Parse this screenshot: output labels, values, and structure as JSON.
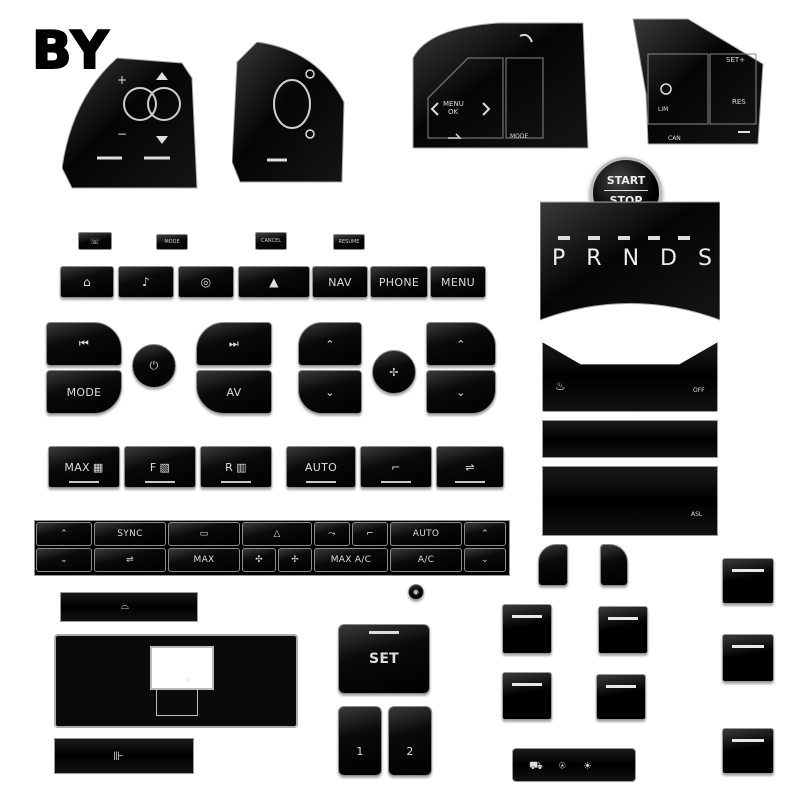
{
  "logo": {
    "text": "BY"
  },
  "steering_left_symbols": {
    "plus": "+",
    "minus": "−"
  },
  "steering_mid": {
    "menu": "MENU",
    "ok": "OK",
    "mode": "MODE"
  },
  "steering_right": {
    "set_plus": "SET+",
    "lim": "LIM",
    "res": "RES",
    "can": "CAN"
  },
  "start_stop": {
    "start": "START",
    "stop": "STOP"
  },
  "gear_letters": [
    "P",
    "R",
    "N",
    "D",
    "S"
  ],
  "small_tabs": [
    "MODE",
    "CANCEL",
    "RESUME"
  ],
  "top_row": [
    "NAV",
    "PHONE",
    "MENU"
  ],
  "media": {
    "mode": "MODE",
    "av": "AV"
  },
  "climate_row": {
    "max": "MAX",
    "f": "F",
    "r": "R",
    "auto": "AUTO"
  },
  "panel": {
    "sync": "SYNC",
    "auto": "AUTO",
    "max": "MAX",
    "max_ac": "MAX A/C",
    "ac": "A/C"
  },
  "set_button": "SET",
  "memory_buttons": [
    "1",
    "2"
  ],
  "asl": "ASL",
  "off": "OFF"
}
